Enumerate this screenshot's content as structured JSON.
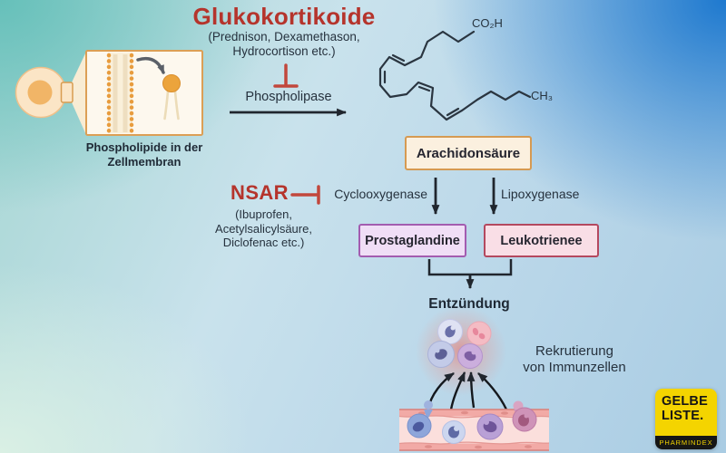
{
  "header": {
    "title": "Glukokortikoide",
    "subtitle_line1": "(Prednison, Dexamethason,",
    "subtitle_line2": "Hydrocortison etc.)"
  },
  "membrane": {
    "caption_line1": "Phospholipide in der",
    "caption_line2": "Zellmembran"
  },
  "molecule": {
    "group_top": "CO₂H",
    "group_end": "CH₃"
  },
  "pathway": {
    "phospholipase_label": "Phospholipase",
    "arachidonic_box": "Arachidonsäure",
    "cyclooxygenase_label": "Cyclooxygenase",
    "lipoxygenase_label": "Lipoxygenase",
    "prostaglandins_box": "Prostaglandine",
    "leukotrienes_box": "Leukotrienee",
    "inflammation_label": "Entzündung",
    "recruitment_line1": "Rekrutierung",
    "recruitment_line2": "von Immunzellen"
  },
  "nsar": {
    "title": "NSAR",
    "sub_line1": "(Ibuprofen,",
    "sub_line2": "Acetylsalicylsäure,",
    "sub_line3": "Diclofenac etc.)"
  },
  "logo": {
    "line1": "GELBE",
    "line2": "LISTE.",
    "tagline": "PHARMINDEX"
  },
  "colors": {
    "accent_red": "#b5342c",
    "inhibitor_red": "#c2473c",
    "arachidonic_border": "#d69a52",
    "prostaglandins_border": "#a35cb0",
    "leukotrienes_border": "#b4485f",
    "logo_yellow": "#f4d400",
    "background_teal": "#66c0ba",
    "background_blue": "#1e79cf"
  }
}
